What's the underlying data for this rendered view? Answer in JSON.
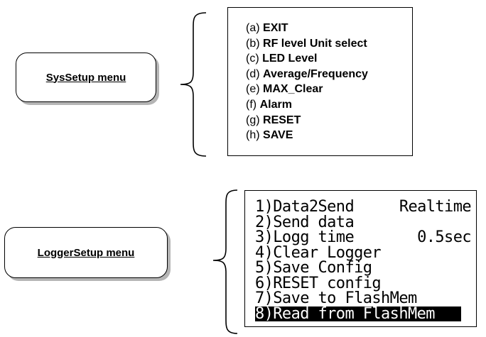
{
  "sys_setup": {
    "label": "SysSetup menu",
    "items": [
      {
        "key": "(a)",
        "text": "EXIT"
      },
      {
        "key": "(b)",
        "text": "RF level Unit select"
      },
      {
        "key": "(c)",
        "text": "LED Level"
      },
      {
        "key": "(d)",
        "text": "Average/Frequency"
      },
      {
        "key": "(e)",
        "text": "MAX_Clear"
      },
      {
        "key": "(f)",
        "text": "Alarm"
      },
      {
        "key": "(g)",
        "text": "RESET"
      },
      {
        "key": "(h)",
        "text": "SAVE"
      }
    ]
  },
  "logger_setup": {
    "label": "LoggerSetup menu",
    "items": [
      {
        "text": "1)Data2Send",
        "value": "Realtime"
      },
      {
        "text": "2)Send data",
        "value": ""
      },
      {
        "text": "3)Logg time",
        "value": "0.5sec"
      },
      {
        "text": "4)Clear Logger",
        "value": ""
      },
      {
        "text": "5)Save Config",
        "value": ""
      },
      {
        "text": "6)RESET config",
        "value": ""
      },
      {
        "text": "7)Save to FlashMem",
        "value": ""
      },
      {
        "text": "8)Read from FlashMem",
        "value": ""
      }
    ]
  }
}
